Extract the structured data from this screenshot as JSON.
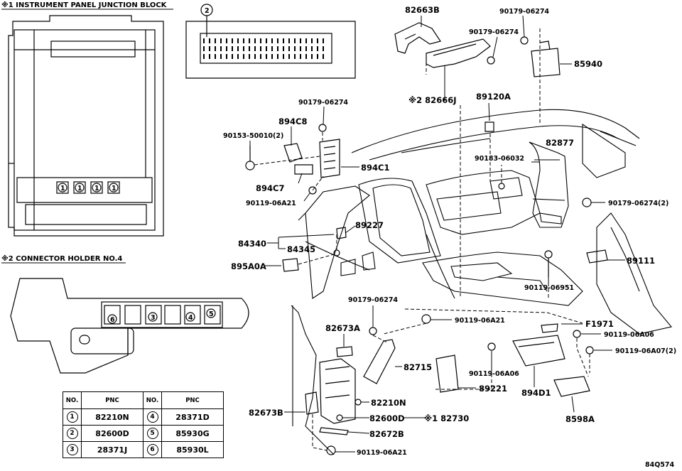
{
  "sections": {
    "junction_block": "※1 INSTRUMENT PANEL JUNCTION BLOCK",
    "connector_holder": "※2 CONNECTOR HOLDER NO.4",
    "callout_2": "2"
  },
  "junction_slots": [
    "1",
    "1",
    "1",
    "1"
  ],
  "holder_slots": [
    "6",
    "3",
    "4",
    "5"
  ],
  "labels": {
    "p82663B": "82663B",
    "p90179_a": "90179-06274",
    "p90179_b": "90179-06274",
    "p85940": "85940",
    "p82666J": "※2 82666J",
    "p90179_c": "90179-06274",
    "p89120A": "89120A",
    "p894C8": "894C8",
    "p90153": "90153-50010(2)",
    "p894C1": "894C1",
    "p90183": "90183-06032",
    "p82877": "82877",
    "p894C7": "894C7",
    "p90119_a": "90119-06A21",
    "p90179_d": "90179-06274(2)",
    "p89227": "89227",
    "p84340": "84340",
    "p84345": "84345",
    "p895A0A": "895A0A",
    "p89111": "89111",
    "p90119_b": "90119-06951",
    "p90179_e": "90179-06274",
    "p90119_c": "90119-06A21",
    "p82673A": "82673A",
    "pF1971": "F1971",
    "p90119_d": "90119-06A06",
    "p90119_e": "90119-06A07(2)",
    "p82715": "82715",
    "p90119_f": "90119-06A06",
    "p89221": "89221",
    "p894D1": "894D1",
    "p82210N": "82210N",
    "p82600D": "82600D",
    "p82730": "※1 82730",
    "p82673B": "82673B",
    "p82672B": "82672B",
    "p8598A": "8598A",
    "p90119_g": "90119-06A21",
    "code": "84Q574"
  },
  "table": {
    "headers": [
      "NO.",
      "PNC",
      "NO.",
      "PNC"
    ],
    "rows": [
      {
        "no1": "1",
        "pnc1": "82210N",
        "no2": "4",
        "pnc2": "28371D"
      },
      {
        "no1": "2",
        "pnc1": "82600D",
        "no2": "5",
        "pnc2": "85930G"
      },
      {
        "no1": "3",
        "pnc1": "28371J",
        "no2": "6",
        "pnc2": "85930L"
      }
    ]
  }
}
